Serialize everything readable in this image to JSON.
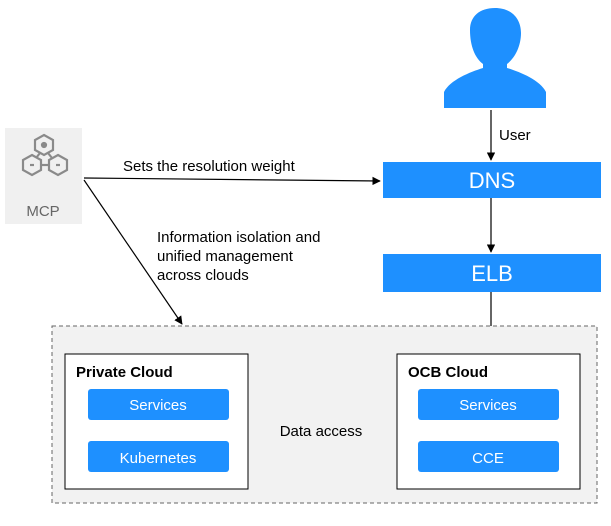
{
  "mcp": {
    "label": "MCP",
    "icon": "mcp-hexagon-icon"
  },
  "user": {
    "label": "User",
    "icon": "user-icon"
  },
  "dns": {
    "label": "DNS"
  },
  "elb": {
    "label": "ELB"
  },
  "edges": {
    "resolution_weight": "Sets the resolution weight",
    "isolation_lines": [
      "Information isolation and",
      "unified management",
      "across clouds"
    ],
    "data_access": "Data access"
  },
  "private_cloud": {
    "title": "Private Cloud",
    "items": [
      "Services",
      "Kubernetes"
    ]
  },
  "ocb_cloud": {
    "title": "OCB Cloud",
    "items": [
      "Services",
      "CCE"
    ]
  },
  "colors": {
    "blue": "#1e90ff",
    "box_text": "#ffffff",
    "grey_bg": "#f2f2f2",
    "mcp_bg": "#f0f0f0",
    "user_icon": "#1e90ff",
    "line": "#000000",
    "dash": "#666666"
  }
}
